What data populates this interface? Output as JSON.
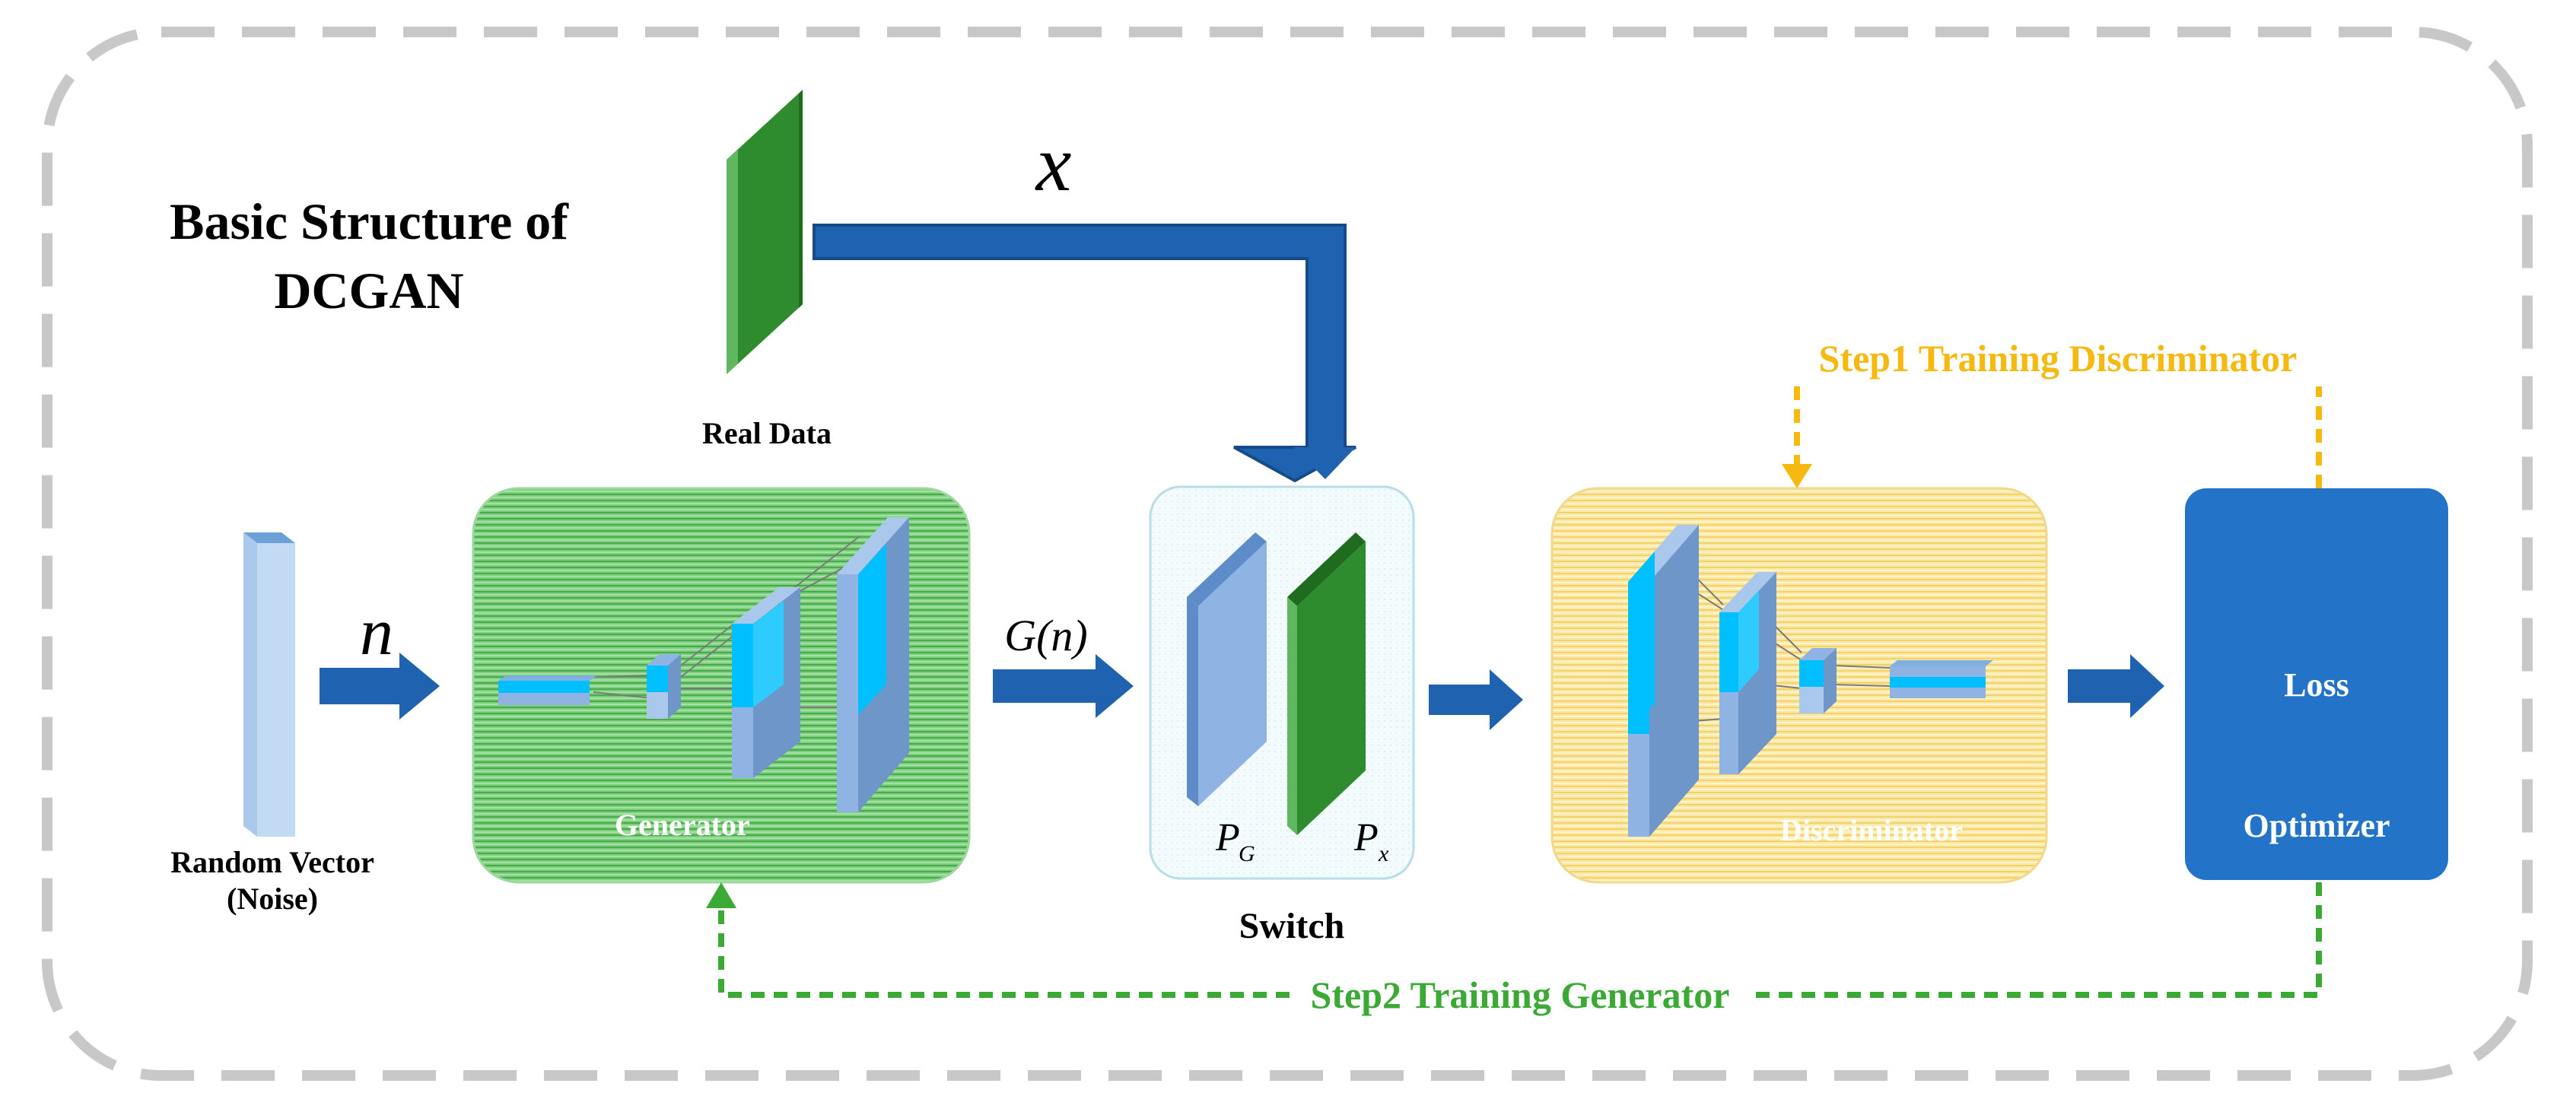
{
  "title": {
    "line1": "Basic Structure of",
    "line2": "DCGAN"
  },
  "real_data": {
    "label": "Real Data",
    "symbol": "x"
  },
  "noise": {
    "label_line1": "Random Vector",
    "label_line2": "(Noise)",
    "symbol": "n"
  },
  "generator": {
    "label": "Generator",
    "output_symbol": "G(n)"
  },
  "switch": {
    "label": "Switch",
    "pg_symbol": "P",
    "pg_sub": "G",
    "px_symbol": "P",
    "px_sub": "x"
  },
  "discriminator": {
    "label": "Discriminator"
  },
  "loss_box": {
    "loss_label": "Loss",
    "optimizer_label": "Optimizer"
  },
  "steps": {
    "step1": "Step1 Training Discriminator",
    "step2": "Step2 Training Generator"
  },
  "colors": {
    "arrow_blue": "#1f63b0",
    "real_green": "#2e8b2e",
    "step1_orange": "#f5b90f",
    "step2_green": "#3aaa35",
    "loss_blue": "#2374c9",
    "layer_cyan": "#00bfff",
    "layer_blue": "#8fb4e3",
    "frame_gray": "#c8c8c8"
  }
}
